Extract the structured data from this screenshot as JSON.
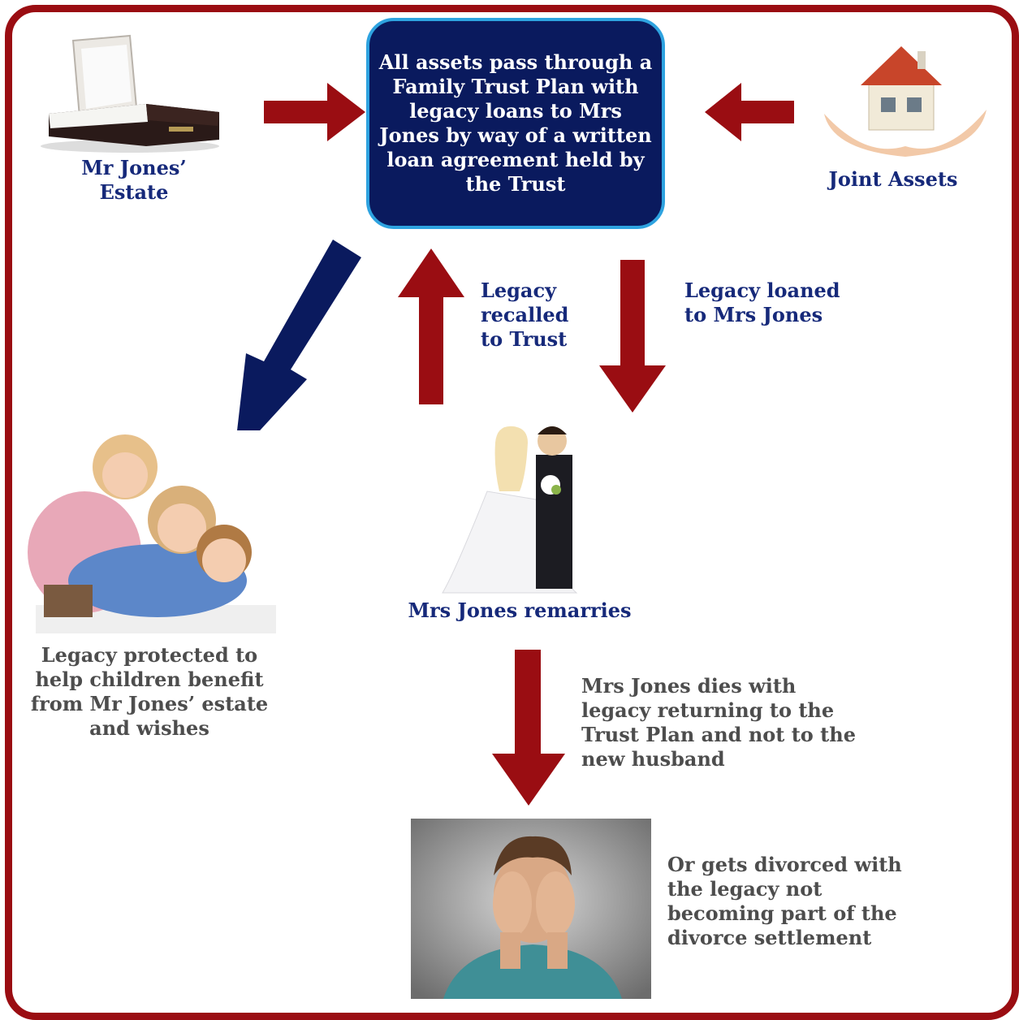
{
  "colors": {
    "frame": "#9a0d12",
    "arrow_red": "#9a0d12",
    "arrow_navy": "#0a1a5e",
    "box_fill": "#0a1a5e",
    "box_border": "#2ea3e0",
    "label_navy": "#16297a",
    "label_gray": "#4d4d4d"
  },
  "trust": {
    "text": "All assets pass through a\nFamily Trust Plan with\nlegacy loans to Mrs\nJones by way of a written\nloan agreement held by\nthe Trust"
  },
  "estate": {
    "label": "Mr Jones’\nEstate",
    "image": "coffin"
  },
  "joint": {
    "label": "Joint Assets",
    "image": "house-in-hands"
  },
  "children": {
    "label": "Legacy protected to\nhelp children benefit\nfrom Mr Jones’ estate\nand wishes",
    "image": "children-photo"
  },
  "remarry": {
    "label": "Mrs Jones remarries",
    "image": "wedding-couple"
  },
  "recalled": {
    "label": "Legacy\nrecalled\nto Trust"
  },
  "loaned": {
    "label": "Legacy loaned\nto Mrs Jones"
  },
  "dies": {
    "label": "Mrs Jones dies with\nlegacy returning to the\nTrust Plan and not to the\nnew husband"
  },
  "divorce": {
    "label": "Or gets divorced with\nthe legacy not\nbecoming part of the\ndivorce settlement",
    "image": "distressed-man"
  }
}
